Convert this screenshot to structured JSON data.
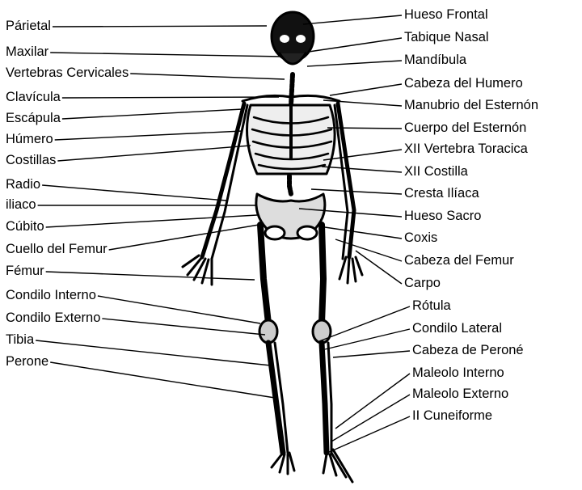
{
  "diagram": {
    "left_labels": [
      {
        "id": "parietal",
        "text": "Párietal"
      },
      {
        "id": "maxilar",
        "text": "Maxilar"
      },
      {
        "id": "vertebras-cervicales",
        "text": "Vertebras Cervicales"
      },
      {
        "id": "clavicula",
        "text": "Clavícula"
      },
      {
        "id": "escapula",
        "text": "Escápula"
      },
      {
        "id": "humero",
        "text": "Húmero"
      },
      {
        "id": "costillas",
        "text": "Costillas"
      },
      {
        "id": "radio",
        "text": "Radio"
      },
      {
        "id": "iliaco",
        "text": "iliaco"
      },
      {
        "id": "cubito",
        "text": "Cúbito"
      },
      {
        "id": "cuello-del-femur",
        "text": "Cuello del Femur"
      },
      {
        "id": "femur",
        "text": "Fémur"
      },
      {
        "id": "condilo-interno",
        "text": "Condilo Interno"
      },
      {
        "id": "condilo-externo",
        "text": "Condilo Externo"
      },
      {
        "id": "tibia",
        "text": "Tibia"
      },
      {
        "id": "perone",
        "text": "Perone"
      }
    ],
    "right_labels": [
      {
        "id": "hueso-frontal",
        "text": "Hueso Frontal"
      },
      {
        "id": "tabique-nasal",
        "text": "Tabique Nasal"
      },
      {
        "id": "mandibula",
        "text": "Mandíbula"
      },
      {
        "id": "cabeza-del-humero",
        "text": "Cabeza del Humero"
      },
      {
        "id": "manubrio-del-esternon",
        "text": "Manubrio del Esternón"
      },
      {
        "id": "cuerpo-del-esternon",
        "text": "Cuerpo del Esternón"
      },
      {
        "id": "xii-vertebra-toracica",
        "text": "XII Vertebra Toracica"
      },
      {
        "id": "xii-costilla",
        "text": "XII Costilla"
      },
      {
        "id": "cresta-iliaca",
        "text": "Cresta Ilíaca"
      },
      {
        "id": "hueso-sacro",
        "text": "Hueso Sacro"
      },
      {
        "id": "coxis",
        "text": "Coxis"
      },
      {
        "id": "cabeza-del-femur",
        "text": "Cabeza del Femur"
      },
      {
        "id": "carpo",
        "text": "Carpo"
      },
      {
        "id": "rotula",
        "text": "Rótula"
      },
      {
        "id": "condilo-lateral",
        "text": "Condilo Lateral"
      },
      {
        "id": "cabeza-de-perone",
        "text": "Cabeza de Peroné"
      },
      {
        "id": "maleolo-interno",
        "text": "Maleolo Interno"
      },
      {
        "id": "maleolo-externo",
        "text": "Maleolo Externo"
      },
      {
        "id": "ii-cuneiforme",
        "text": "II Cuneiforme"
      }
    ]
  }
}
